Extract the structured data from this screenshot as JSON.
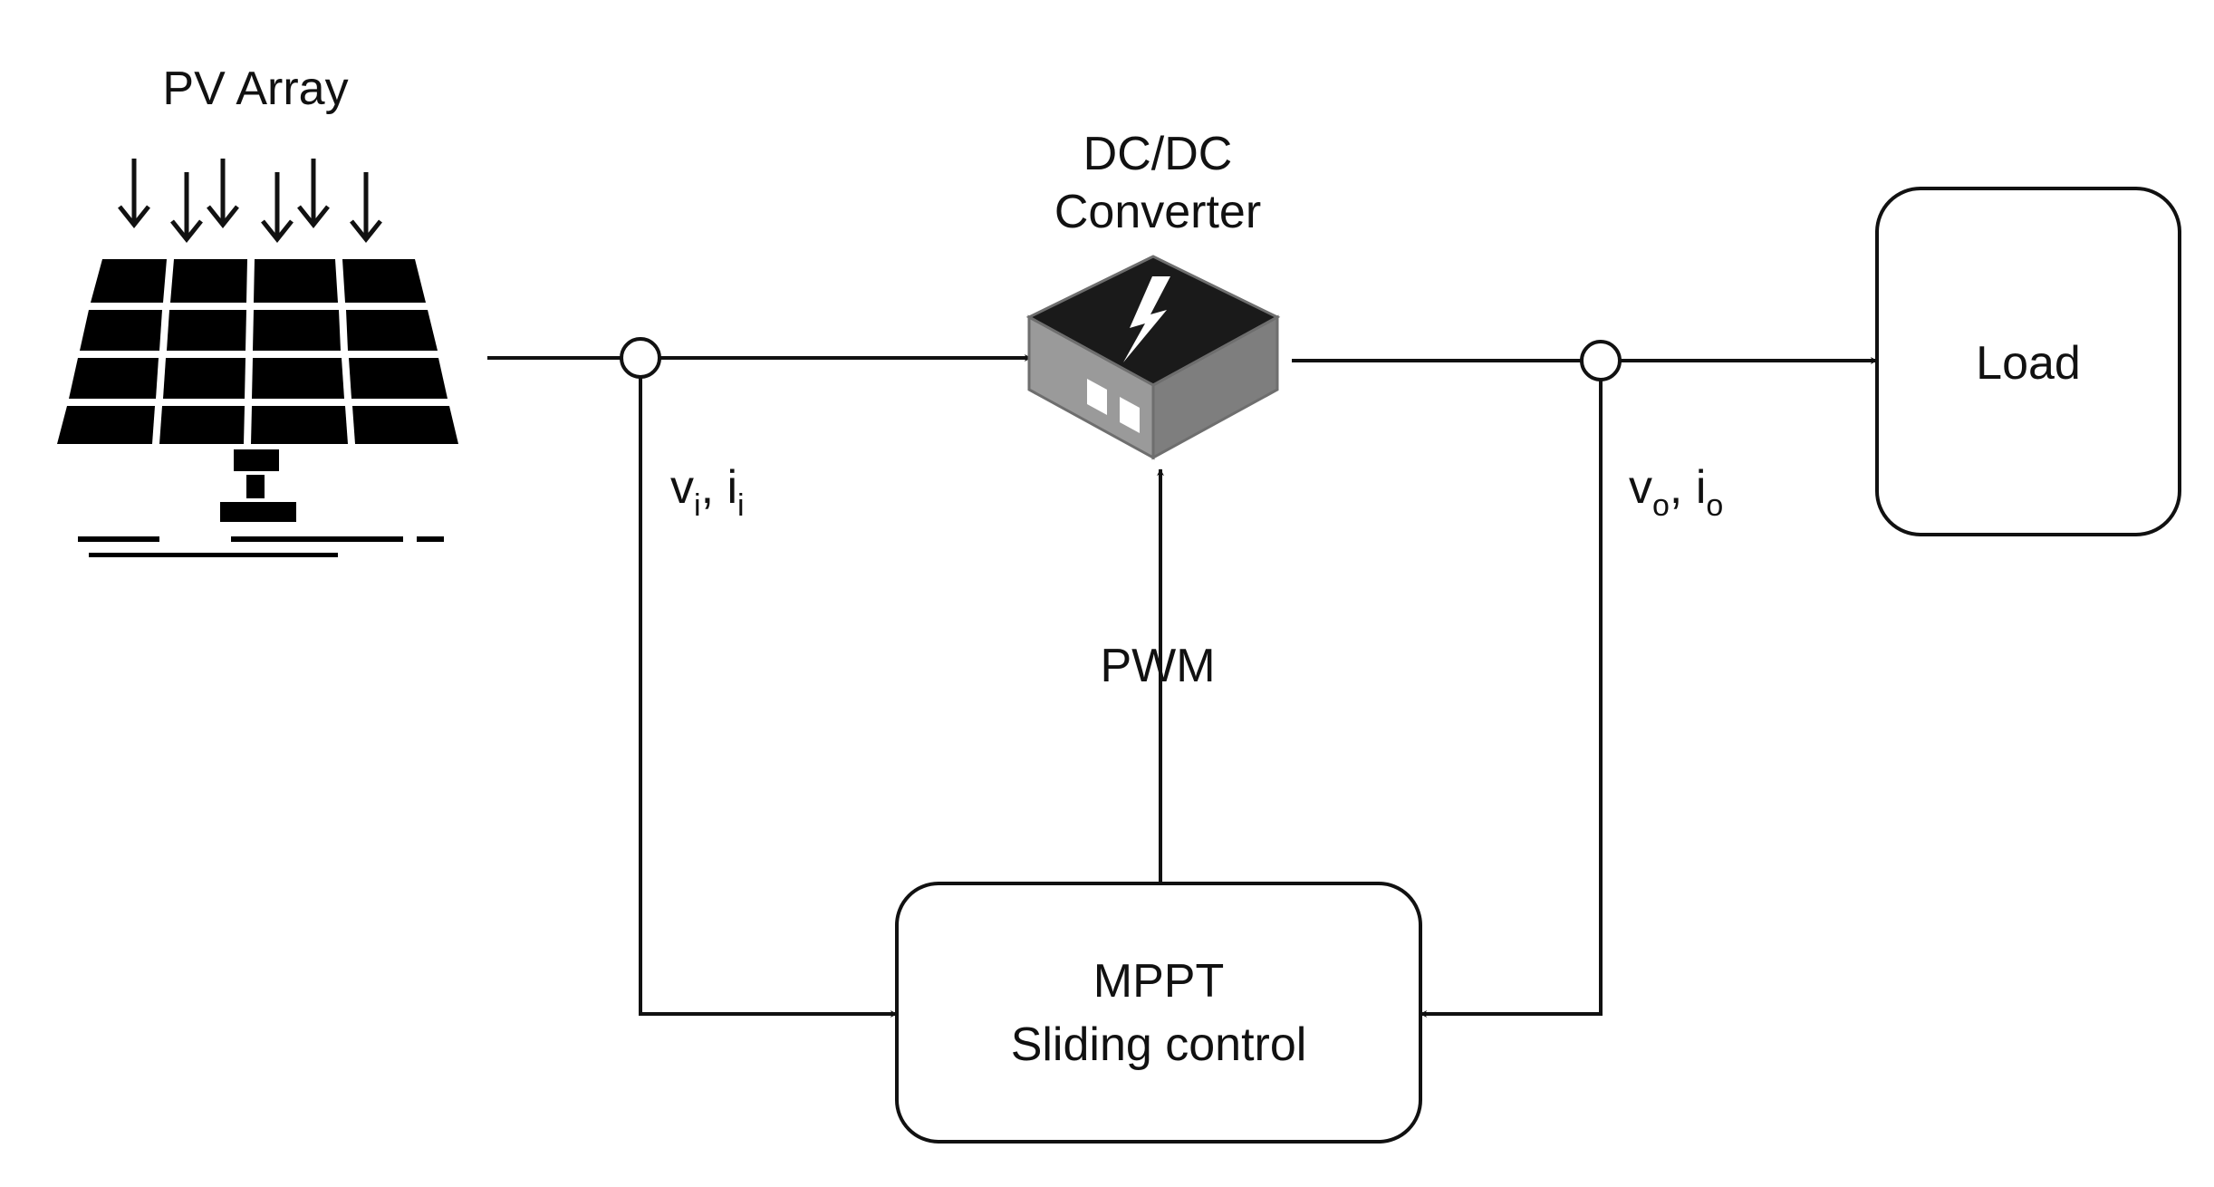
{
  "labels": {
    "pv_array": "PV Array",
    "converter_line1": "DC/DC",
    "converter_line2": "Converter",
    "load": "Load",
    "pwm": "PWM",
    "mppt_line1": "MPPT",
    "mppt_line2": "Sliding control"
  },
  "input_measurement": {
    "voltage": "v",
    "voltage_sub": "i",
    "separator": ", ",
    "current": "i",
    "current_sub": "i"
  },
  "output_measurement": {
    "voltage": "v",
    "voltage_sub": "o",
    "separator": ", ",
    "current": "i",
    "current_sub": "o"
  },
  "icons": {
    "pv_array": "solar-panel-icon",
    "converter": "power-converter-icon"
  },
  "colors": {
    "line": "#111111",
    "converter_top": "#1a1a1a",
    "converter_side": "#8c8c8c"
  }
}
